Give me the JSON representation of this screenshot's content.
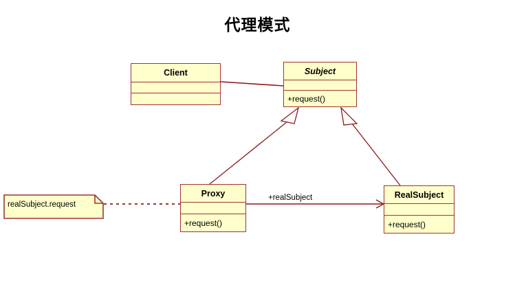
{
  "diagram": {
    "title": "代理模式",
    "type": "uml-class-diagram",
    "colors": {
      "box_fill": "#ffffcc",
      "box_border": "#a03333",
      "connector": "#8b1a1a",
      "background": "#ffffff",
      "text": "#000000"
    },
    "classes": [
      {
        "id": "client",
        "name": "Client",
        "abstract": false,
        "attributes": "",
        "operations": ""
      },
      {
        "id": "subject",
        "name": "Subject",
        "abstract": true,
        "attributes": "",
        "operations": "+request()"
      },
      {
        "id": "proxy",
        "name": "Proxy",
        "abstract": false,
        "attributes": "",
        "operations": "+request()"
      },
      {
        "id": "realsubject",
        "name": "RealSubject",
        "abstract": false,
        "attributes": "",
        "operations": "+request()"
      }
    ],
    "notes": [
      {
        "id": "note-realsubject",
        "text": "realSubject.request",
        "attached_to": "proxy",
        "link_style": "dashed"
      }
    ],
    "relationships": [
      {
        "id": "client-subject",
        "from": "client",
        "to": "subject",
        "type": "association",
        "label": ""
      },
      {
        "id": "proxy-subject",
        "from": "proxy",
        "to": "subject",
        "type": "generalization",
        "label": ""
      },
      {
        "id": "realsubject-subject",
        "from": "realsubject",
        "to": "subject",
        "type": "generalization",
        "label": ""
      },
      {
        "id": "proxy-realsubject",
        "from": "proxy",
        "to": "realsubject",
        "type": "directed-association",
        "label": "+realSubject"
      }
    ]
  }
}
